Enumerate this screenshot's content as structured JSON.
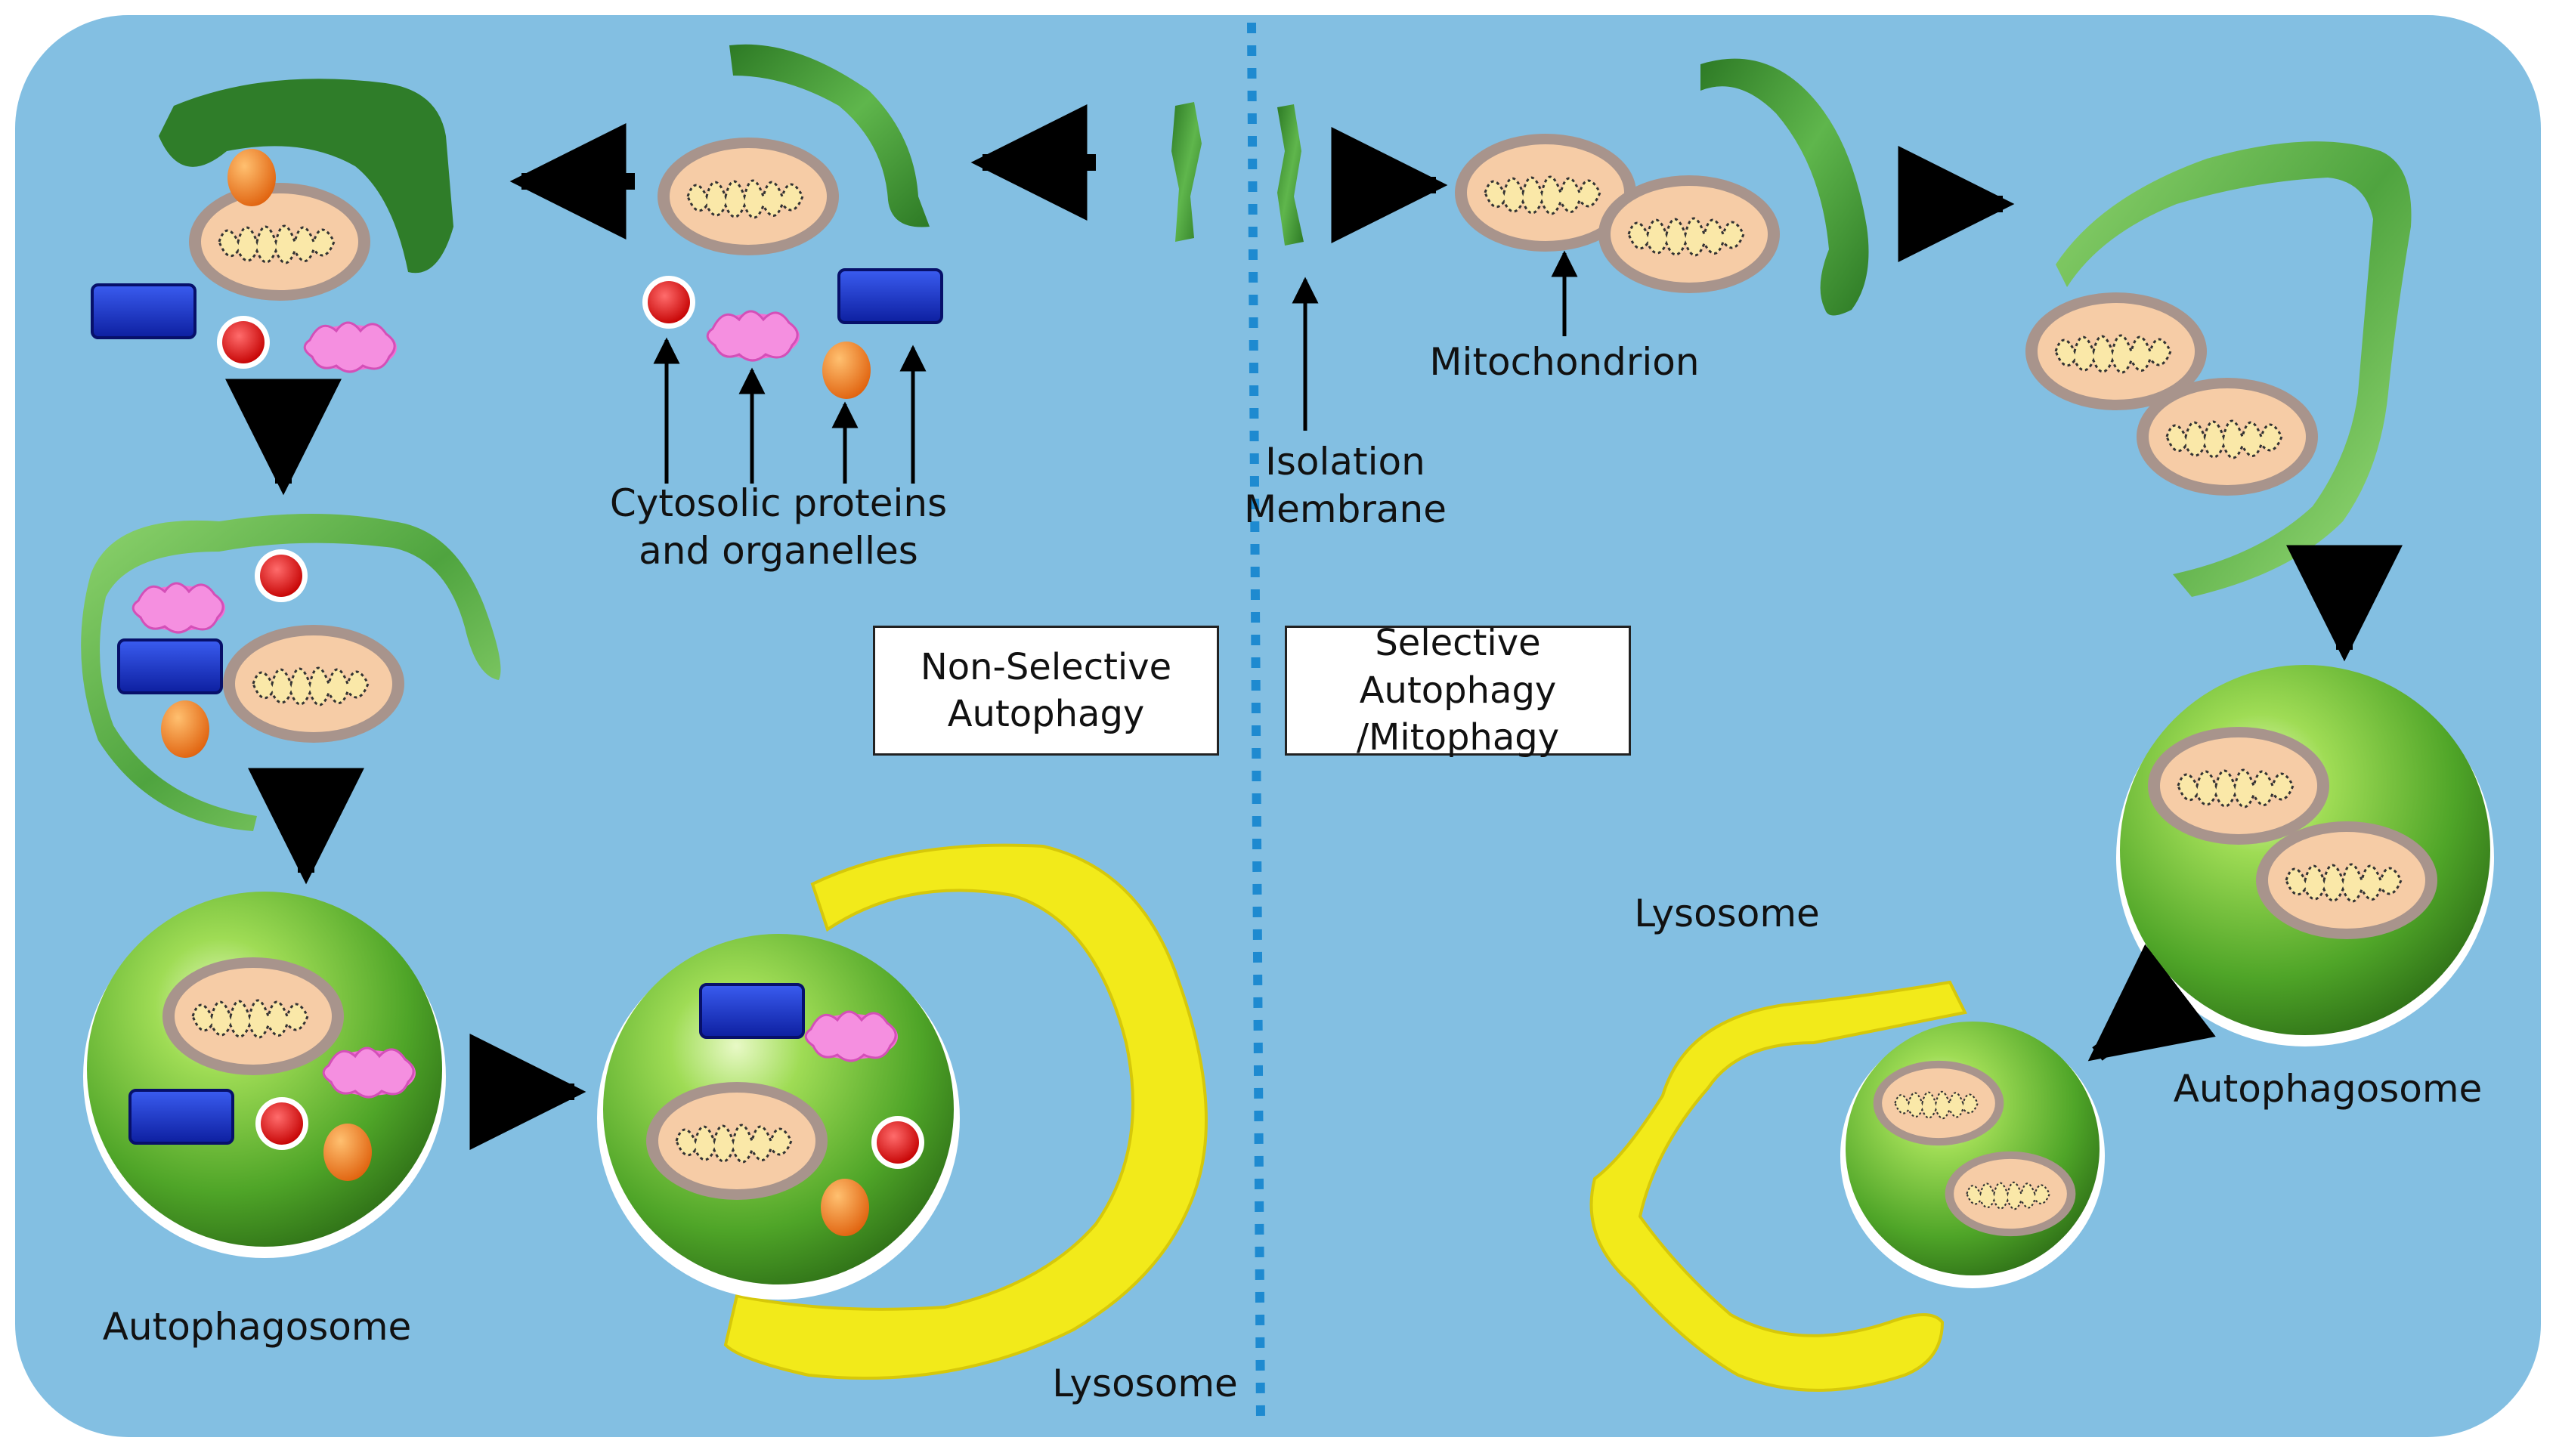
{
  "colors": {
    "background": "#83bfe2",
    "divider": "#1e8ad0",
    "isolation_membrane": "#3f9c3a",
    "autophagosome": "#5fb43a",
    "lysosome": "#f2ea1a",
    "mitochondrion_fill": "#f6cca6",
    "mitochondrion_outline": "#a8948c",
    "protein_red": "#e21b1b",
    "protein_blue": "#1531c8",
    "protein_orange": "#f07a1c",
    "protein_pink": "#f36ed4",
    "arrow": "#000000"
  },
  "labels": {
    "cytosolic_line1": "Cytosolic proteins",
    "cytosolic_line2": "and organelles",
    "non_selective": "Non-Selective\nAutophagy",
    "selective": "Selective Autophagy\n/Mitophagy",
    "isolation_line1": "Isolation",
    "isolation_line2": "Membrane",
    "mitochondrion": "Mitochondrion",
    "autophagosome_left": "Autophagosome",
    "autophagosome_right": "Autophagosome",
    "lysosome_left": "Lysosome",
    "lysosome_right": "Lysosome"
  }
}
